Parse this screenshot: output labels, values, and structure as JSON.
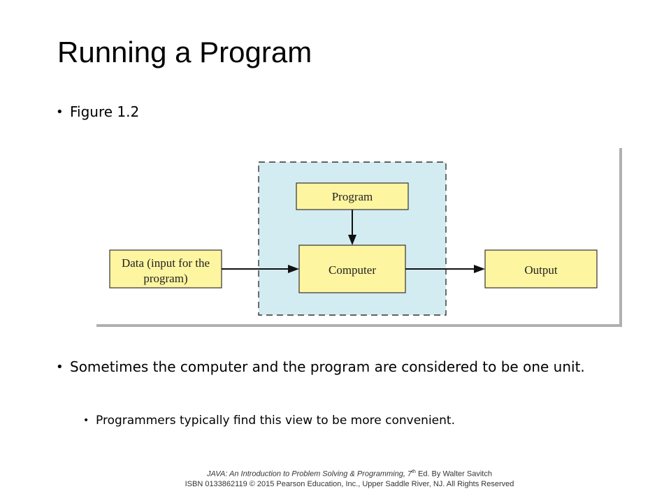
{
  "slide": {
    "title": "Running a Program",
    "bullets": [
      {
        "text": "Figure 1.2"
      },
      {
        "text": "Sometimes the computer and the program are considered to be one unit."
      },
      {
        "text": "Programmers typically find this view to be more convenient."
      }
    ],
    "bullet_glyph": "•"
  },
  "figure": {
    "boxes": {
      "data_input_line1": "Data (input for the",
      "data_input_line2": "program)",
      "program": "Program",
      "computer": "Computer",
      "output": "Output"
    },
    "colors": {
      "box_fill": "#fdf5a0",
      "unit_fill": "#d3ecf1",
      "frame_shadow": "#b0b0b0"
    }
  },
  "footer": {
    "line1_italic": "JAVA: An Introduction to Problem Solving & Programming, 7",
    "line1_sup": "th",
    "line1_rest": " Ed. By Walter Savitch",
    "line2": "ISBN 0133862119 © 2015 Pearson Education, Inc., Upper Saddle River, NJ. All Rights Reserved"
  }
}
